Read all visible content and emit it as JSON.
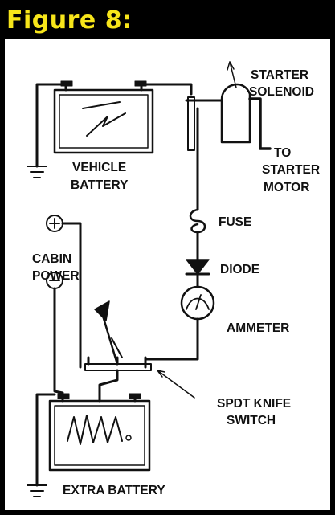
{
  "title": "Figure 8:",
  "colors": {
    "background": "#000000",
    "title": "#f7e51a",
    "panel": "#ffffff",
    "ink": "#111111"
  },
  "labels": {
    "starter_solenoid": [
      "STARTER",
      "SOLENOID"
    ],
    "to_starter_motor": [
      "TO",
      "STARTER",
      "MOTOR"
    ],
    "vehicle_battery": [
      "VEHICLE",
      "BATTERY"
    ],
    "fuse": "FUSE",
    "cabin_power": [
      "CABIN",
      "POWER"
    ],
    "diode": "DIODE",
    "ammeter": "AMMETER",
    "spdt_knife_switch": [
      "SPDT KNIFE",
      "SWITCH"
    ],
    "extra_battery": "EXTRA BATTERY"
  },
  "symbols": [
    "plus-icon",
    "minus-icon",
    "ground-icon",
    "fuse-icon",
    "diode-icon",
    "ammeter-icon",
    "battery-icon",
    "solenoid-icon",
    "knife-switch-icon"
  ]
}
